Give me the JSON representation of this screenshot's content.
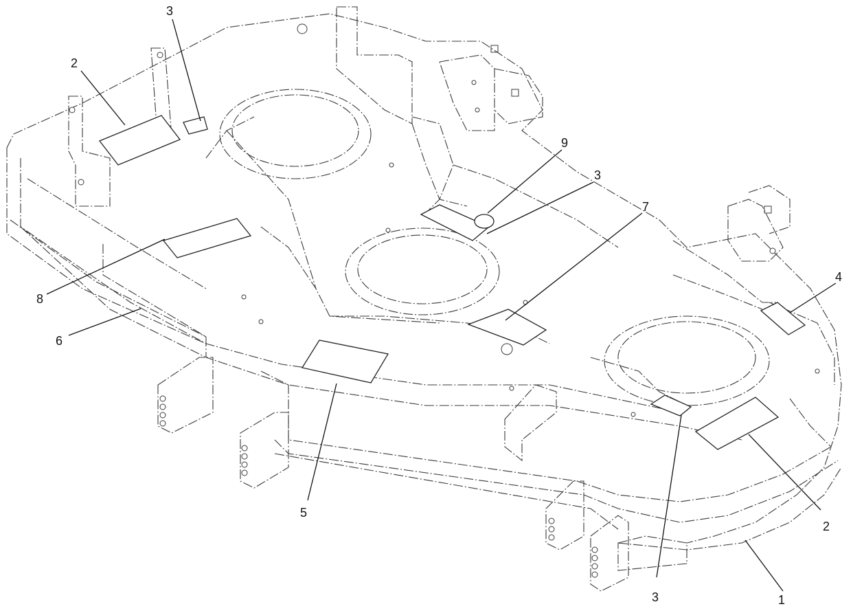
{
  "callouts": [
    {
      "id": "c1",
      "label": "1"
    },
    {
      "id": "c2a",
      "label": "2"
    },
    {
      "id": "c2b",
      "label": "2"
    },
    {
      "id": "c3a",
      "label": "3"
    },
    {
      "id": "c3b",
      "label": "3"
    },
    {
      "id": "c3c",
      "label": "3"
    },
    {
      "id": "c4",
      "label": "4"
    },
    {
      "id": "c5",
      "label": "5"
    },
    {
      "id": "c6",
      "label": "6"
    },
    {
      "id": "c7",
      "label": "7"
    },
    {
      "id": "c8",
      "label": "8"
    },
    {
      "id": "c9",
      "label": "9"
    }
  ]
}
